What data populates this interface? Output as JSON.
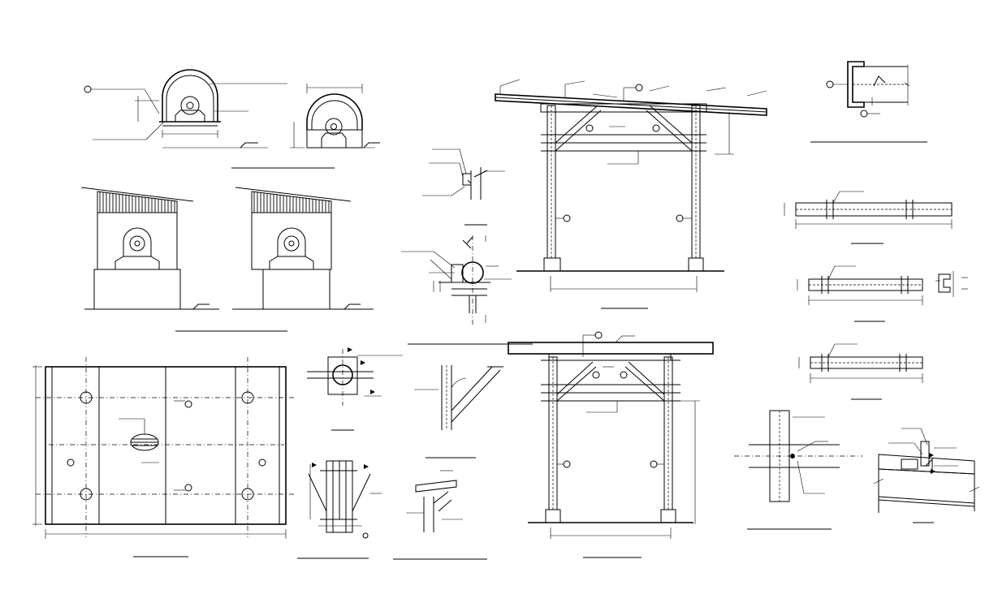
{
  "drawing": {
    "line_color": "#000000",
    "background": "#ffffff",
    "views": [
      {
        "id": "bearing-elevations"
      },
      {
        "id": "hood-elevations"
      },
      {
        "id": "base-plate-plan"
      },
      {
        "id": "pipe-clamp-detail"
      },
      {
        "id": "column-base-detail"
      },
      {
        "id": "bracket-connection-detail"
      },
      {
        "id": "knee-brace-detail"
      },
      {
        "id": "trestle-side-elevation"
      },
      {
        "id": "trestle-front-elevation"
      },
      {
        "id": "channel-section"
      },
      {
        "id": "beam-splice-elevations"
      },
      {
        "id": "beam-column-joint"
      },
      {
        "id": "beam-seat-detail"
      }
    ]
  }
}
